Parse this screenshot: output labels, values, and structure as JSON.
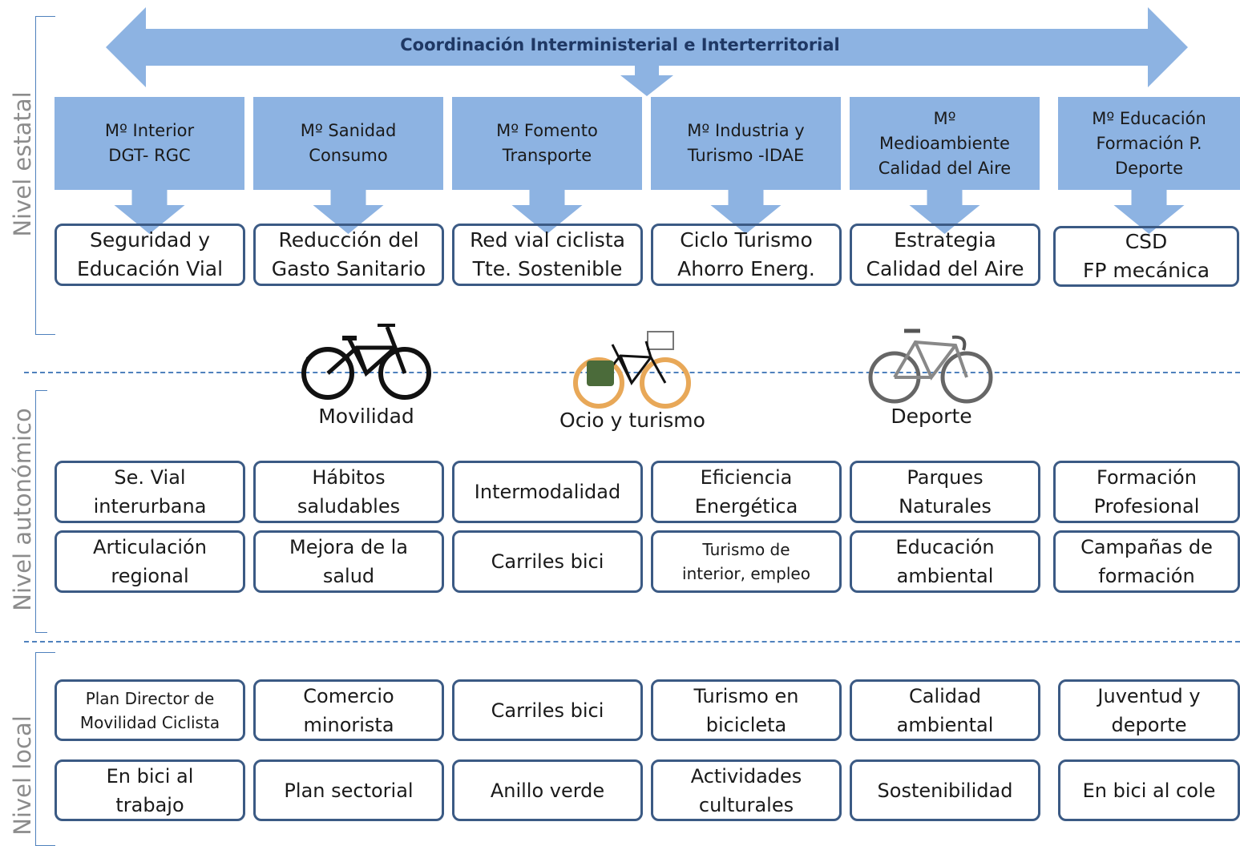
{
  "colors": {
    "accent": "#8db3e2",
    "border": "#3b5a84",
    "dash": "#4f81bd",
    "label": "#8c8c8c"
  },
  "levels": {
    "estatal": "Nivel estatal",
    "autonomico": "Nivel autonómico",
    "local": "Nivel local"
  },
  "coordination": "Coordinación Interministerial  e  Interterritorial",
  "ministries": [
    "Mº Interior\nDGT- RGC",
    "Mº Sanidad\nConsumo",
    "Mº Fomento\nTransporte",
    "Mº Industria y\nTurismo -IDAE",
    "Mº\nMedioambiente\nCalidad del Aire",
    "Mº Educación\nFormación P.\nDeporte"
  ],
  "state_areas": [
    "Seguridad y\nEducación Vial",
    "Reducción del\nGasto Sanitario",
    "Red vial ciclista\nTte. Sostenible",
    "Ciclo Turismo\nAhorro Energ.",
    "Estrategia\nCalidad del Aire",
    "CSD\nFP mecánica"
  ],
  "bikes": [
    {
      "label": "Movilidad",
      "icon": "city-bicycle-icon"
    },
    {
      "label": "Ocio y turismo",
      "icon": "touring-bicycle-icon"
    },
    {
      "label": "Deporte",
      "icon": "road-bicycle-icon"
    }
  ],
  "autonomic_row1": [
    "Se. Vial\ninterurbana",
    "Hábitos\nsaludables",
    "Intermodalidad",
    "Eficiencia\nEnergética",
    "Parques\nNaturales",
    "Formación\nProfesional"
  ],
  "autonomic_row2": [
    "Articulación\nregional",
    "Mejora de la\nsalud",
    "Carriles bici",
    "Turismo de\ninterior, empleo",
    "Educación\nambiental",
    "Campañas de\nformación"
  ],
  "local_row1": [
    "Plan Director de\nMovilidad Ciclista",
    "Comercio\nminorista",
    "Carriles bici",
    "Turismo en\nbicicleta",
    "Calidad\nambiental",
    "Juventud y\ndeporte"
  ],
  "local_row2": [
    "En bici al\ntrabajo",
    "Plan sectorial",
    "Anillo verde",
    "Actividades\nculturales",
    "Sostenibilidad",
    "En bici al cole"
  ]
}
